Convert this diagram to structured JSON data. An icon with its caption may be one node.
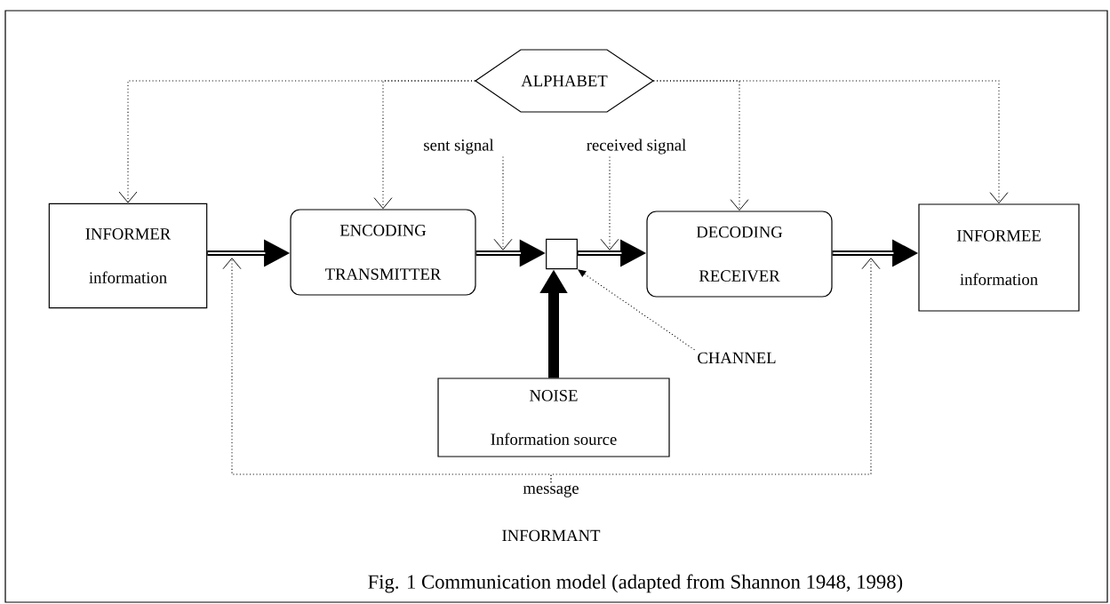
{
  "diagram": {
    "caption": "Fig. 1 Communication model (adapted from Shannon 1948, 1998)",
    "nodes": [
      {
        "text": [
          "ALPHABET"
        ]
      },
      {
        "text": [
          "INFORMER",
          "information"
        ]
      },
      {
        "text": [
          "ENCODING",
          "TRANSMITTER"
        ]
      },
      {
        "text": [],
        "shape": "box"
      },
      {
        "text": [
          "DECODING",
          "RECEIVER"
        ]
      },
      {
        "text": [
          "INFORMEE",
          "information"
        ]
      },
      {
        "text": [
          "NOISE",
          "Information source"
        ]
      },
      {
        "text": [
          "sent signal"
        ]
      },
      {
        "text": [
          "received signal"
        ]
      },
      {
        "text": [
          "CHANNEL"
        ]
      },
      {
        "text": [
          "message"
        ]
      }
    ],
    "edges": [
      {
        "from": 0,
        "to": 1,
        "arrow": "to",
        "style": "dashed"
      },
      {
        "from": 0,
        "to": 2,
        "arrow": "to",
        "style": "dashed"
      },
      {
        "from": 0,
        "to": 4,
        "arrow": "to",
        "style": "dashed"
      },
      {
        "from": 0,
        "to": 5,
        "arrow": "to",
        "style": "dashed"
      },
      {
        "from": 1,
        "to": 2,
        "arrow": "to",
        "style": "thick"
      },
      {
        "from": 2,
        "to": 3,
        "arrow": "to",
        "style": "thick"
      },
      {
        "from": 3,
        "to": 4,
        "arrow": "to",
        "style": "thick"
      },
      {
        "from": 4,
        "to": 5,
        "arrow": "to",
        "style": "thick"
      },
      {
        "from": 6,
        "to": 3,
        "arrow": "to",
        "style": "thick"
      },
      {
        "from": 7,
        "to": null,
        "arrow": "to",
        "style": "dashed"
      },
      {
        "from": 8,
        "to": null,
        "arrow": "to",
        "style": "dashed"
      },
      {
        "from": 9,
        "to": 3,
        "arrow": "to",
        "style": "dashed"
      },
      {
        "from": 10,
        "to": null,
        "arrow": "to",
        "style": "dashed"
      },
      {
        "from": 10,
        "to": null,
        "arrow": "to",
        "style": "dashed"
      }
    ],
    "labels": [
      "INFORMANT"
    ]
  }
}
